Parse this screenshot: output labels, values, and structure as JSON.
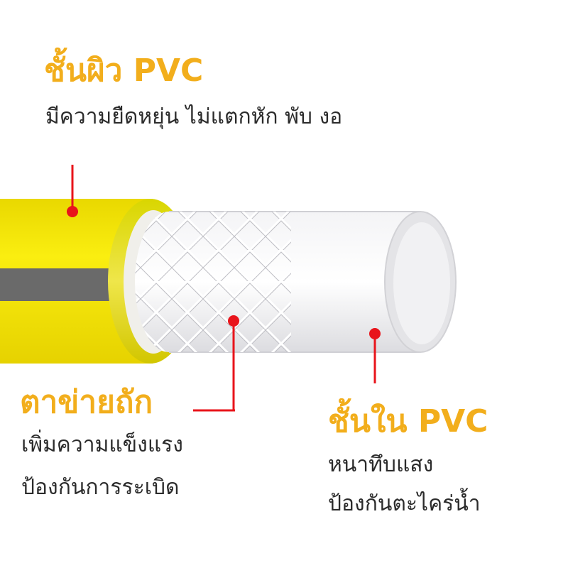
{
  "colors": {
    "accent": "#F2AE1C",
    "outer_layer": "#F6E800",
    "stripe": "#6A6A6A",
    "inner_tube": "#EBEBEE",
    "marker": "#E8141B",
    "body_text": "#2B2B2B"
  },
  "outer_layer": {
    "title": "ชั้นผิว PVC",
    "description": "มีความยืดหยุ่น ไม่แตกหัก พับ งอ"
  },
  "mesh_layer": {
    "title": "ตาข่ายถัก",
    "description_lines": [
      "เพิ่มความแข็งแรง",
      "ป้องกันการระเบิด"
    ]
  },
  "inner_layer": {
    "title": "ชั้นใน PVC",
    "description_lines": [
      "หนาทึบแสง",
      "ป้องกันตะไคร่น้ำ"
    ]
  }
}
